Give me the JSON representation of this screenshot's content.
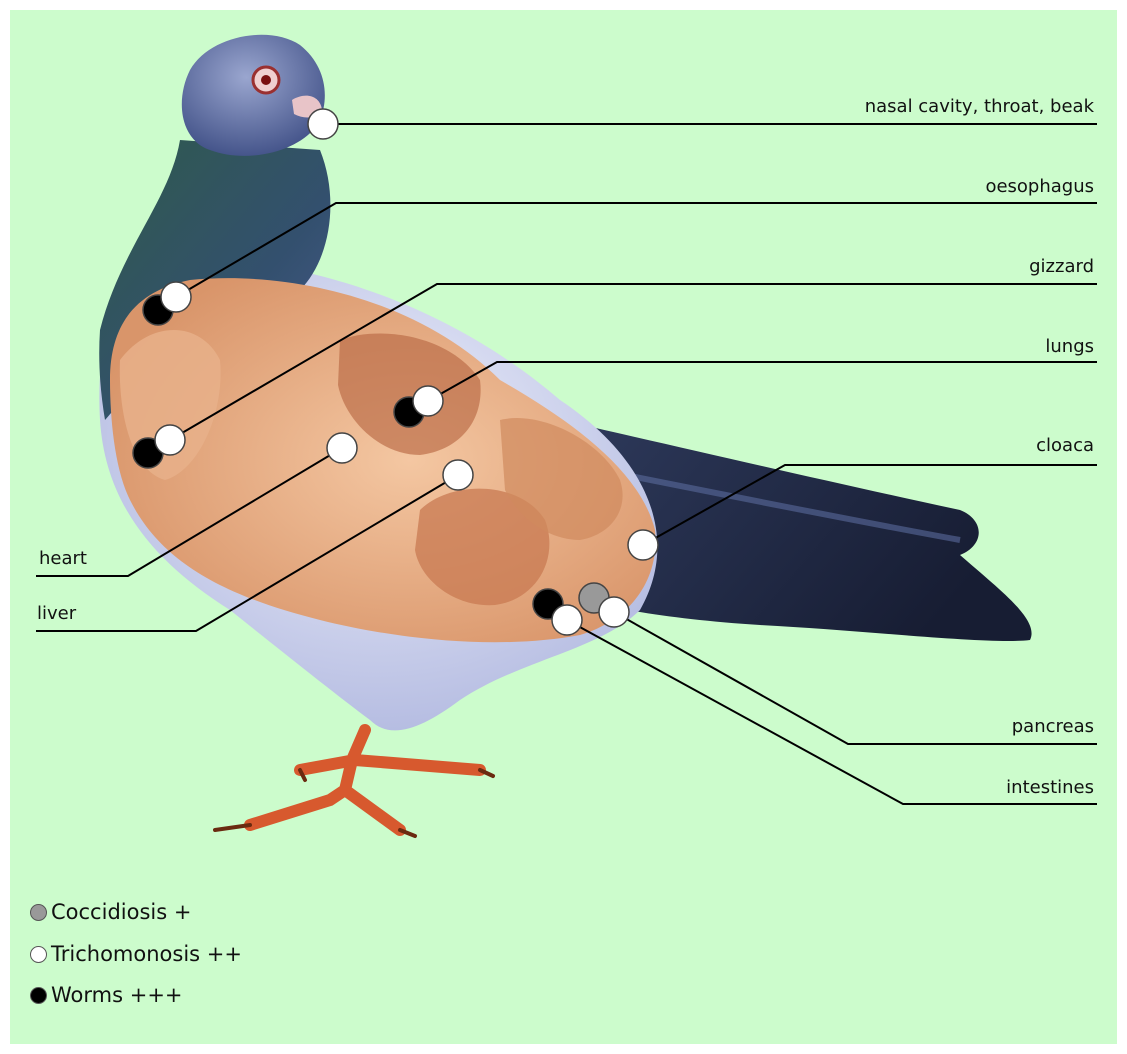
{
  "labels": {
    "nasal": "nasal cavity, throat, beak",
    "oesophagus": "oesophagus",
    "gizzard": "gizzard",
    "lungs": "lungs",
    "cloaca": "cloaca",
    "heart": "heart",
    "liver": "liver",
    "pancreas": "pancreas",
    "intestines": "intestines"
  },
  "legend": [
    {
      "label": "Coccidiosis +",
      "color": "#999999"
    },
    {
      "label": "Trichomonosis ++",
      "color": "#ffffff"
    },
    {
      "label": "Worms +++",
      "color": "#000000"
    }
  ],
  "colors": {
    "background": "#ccfccc",
    "coccidiosis": "#999999",
    "trichomonosis": "#ffffff",
    "worms": "#000000"
  }
}
